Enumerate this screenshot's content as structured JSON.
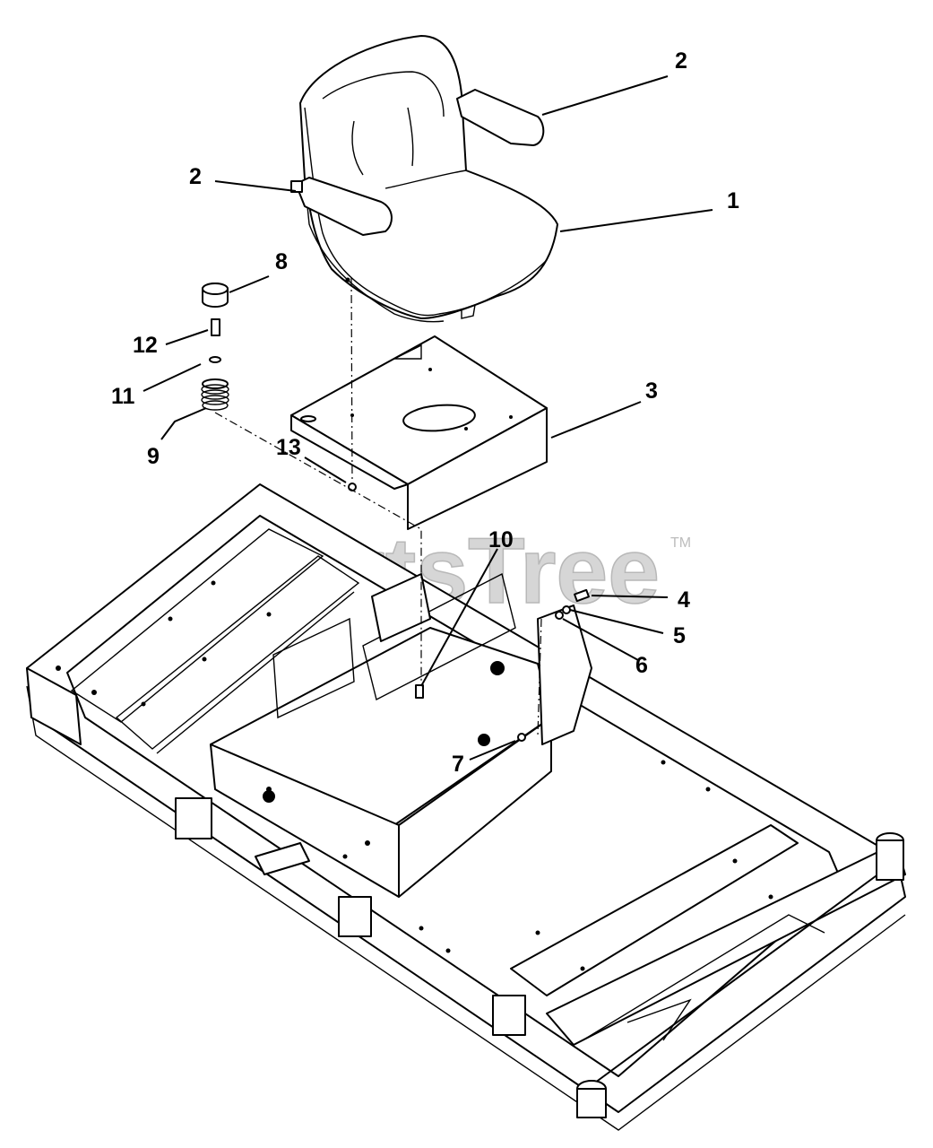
{
  "watermark": {
    "brand": "PartsTree",
    "trademark": "TM",
    "color": "#d6d6d6"
  },
  "callouts": [
    {
      "id": "c2a",
      "label": "2"
    },
    {
      "id": "c2b",
      "label": "2"
    },
    {
      "id": "c1",
      "label": "1"
    },
    {
      "id": "c8",
      "label": "8"
    },
    {
      "id": "c12",
      "label": "12"
    },
    {
      "id": "c11",
      "label": "11"
    },
    {
      "id": "c9",
      "label": "9"
    },
    {
      "id": "c3",
      "label": "3"
    },
    {
      "id": "c13",
      "label": "13"
    },
    {
      "id": "c10",
      "label": "10"
    },
    {
      "id": "c4",
      "label": "4"
    },
    {
      "id": "c5",
      "label": "5"
    },
    {
      "id": "c6",
      "label": "6"
    },
    {
      "id": "c7",
      "label": "7"
    }
  ]
}
